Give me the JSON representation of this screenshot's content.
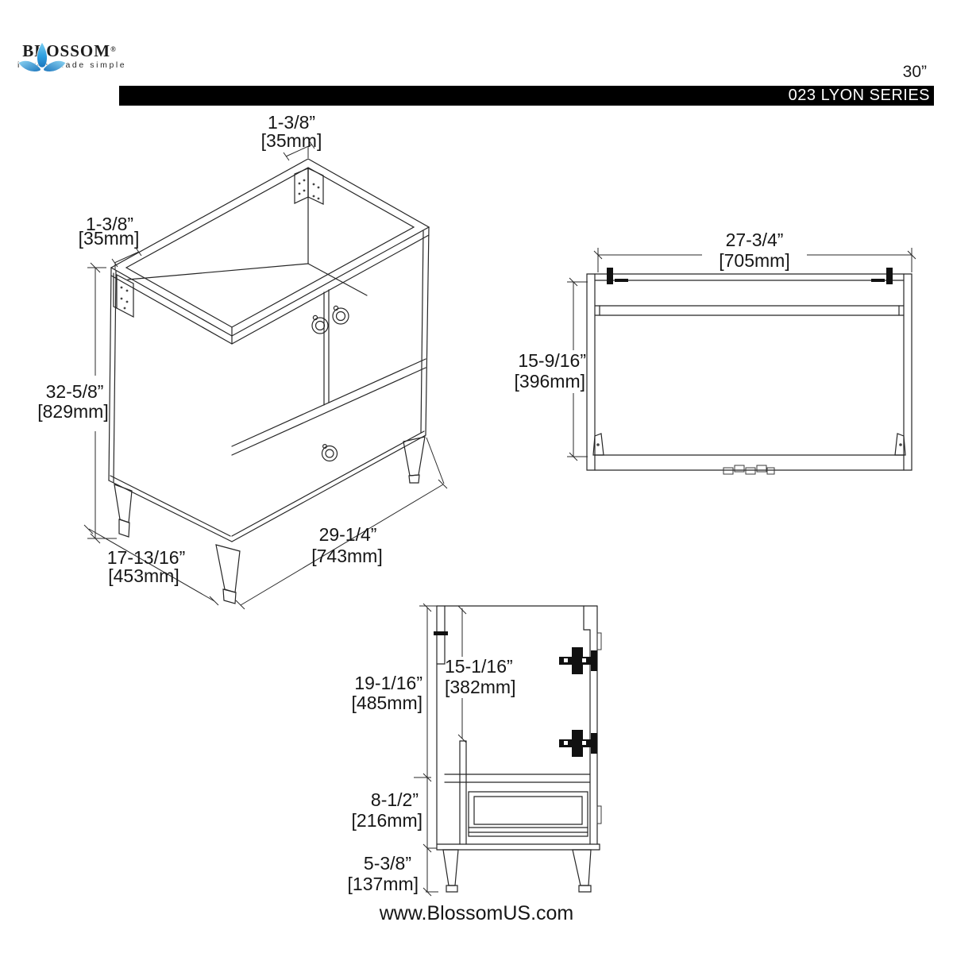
{
  "header": {
    "brand": "BLOSSOM",
    "registered_mark": "®",
    "tagline": "luxury made simple",
    "size_label": "30”",
    "series_label": "023 LYON SERIES"
  },
  "isometric_view": {
    "top_bracket": {
      "inches": "1-3/8”",
      "mm": "[35mm]"
    },
    "left_bracket": {
      "inches": "1-3/8”",
      "mm": "[35mm]"
    },
    "height": {
      "inches": "32-5/8”",
      "mm": "[829mm]"
    },
    "depth": {
      "inches": "17-13/16”",
      "mm": "[453mm]"
    },
    "width": {
      "inches": "29-1/4”",
      "mm": "[743mm]"
    }
  },
  "top_view": {
    "width": {
      "inches": "27-3/4”",
      "mm": "[705mm]"
    },
    "depth": {
      "inches": "15-9/16”",
      "mm": "[396mm]"
    }
  },
  "side_view": {
    "upper_height": {
      "inches": "19-1/16”",
      "mm": "[485mm]"
    },
    "door_height": {
      "inches": "15-1/16”",
      "mm": "[382mm]"
    },
    "drawer_height": {
      "inches": "8-1/2”",
      "mm": "[216mm]"
    },
    "leg_height": {
      "inches": "5-3/8”",
      "mm": "[137mm]"
    }
  },
  "footer": {
    "website": "www.BlossomUS.com"
  },
  "colors": {
    "line": "#262626",
    "bar": "#000000",
    "logo_blue_dark": "#1b75bc",
    "logo_blue_light": "#5bc2ee"
  }
}
